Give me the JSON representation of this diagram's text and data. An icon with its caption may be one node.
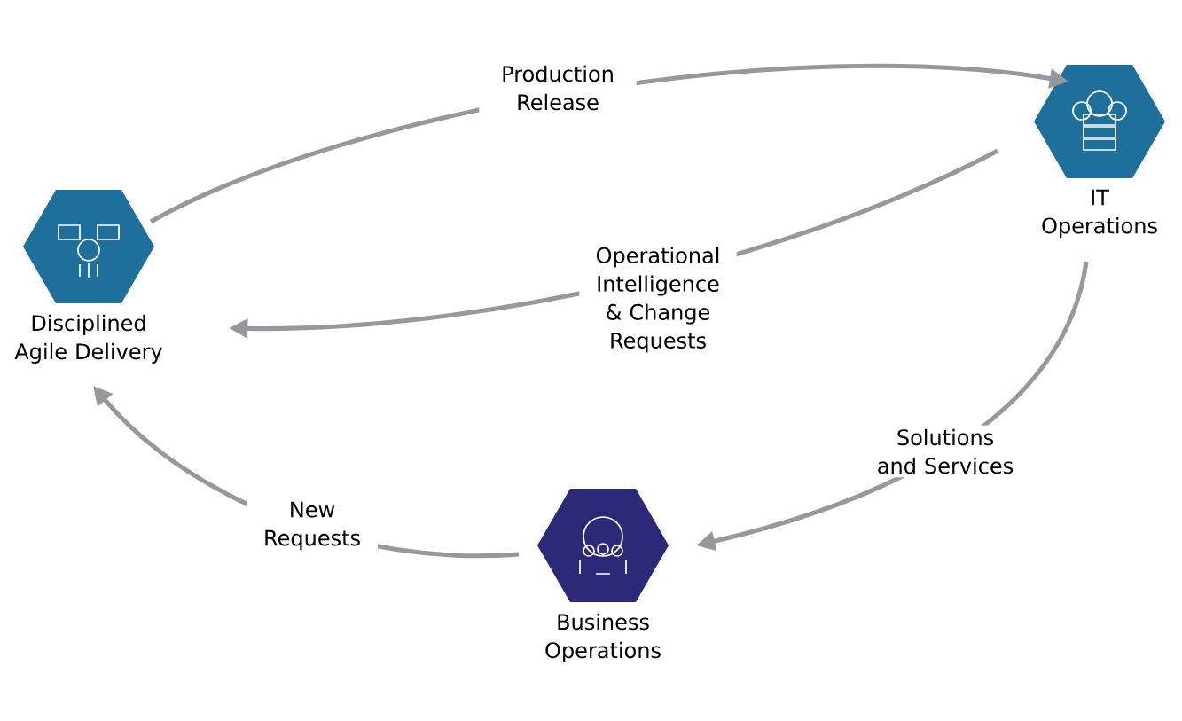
{
  "diagram": {
    "nodes": [
      {
        "text": [
          "Disciplined Agile Delivery"
        ]
      },
      {
        "text": [
          "IT Operations"
        ]
      },
      {
        "text": [
          "Business Operations"
        ]
      }
    ],
    "edges": [
      {
        "from": 0,
        "to": 1,
        "arrow": "to",
        "label": "Production Release"
      },
      {
        "from": 1,
        "to": 0,
        "arrow": "to",
        "label": "Operational Intelligence & Change Requests"
      },
      {
        "from": 1,
        "to": 2,
        "arrow": "to",
        "label": "Solutions and Services"
      },
      {
        "from": 2,
        "to": 0,
        "arrow": "to",
        "label": "New Requests"
      }
    ]
  }
}
